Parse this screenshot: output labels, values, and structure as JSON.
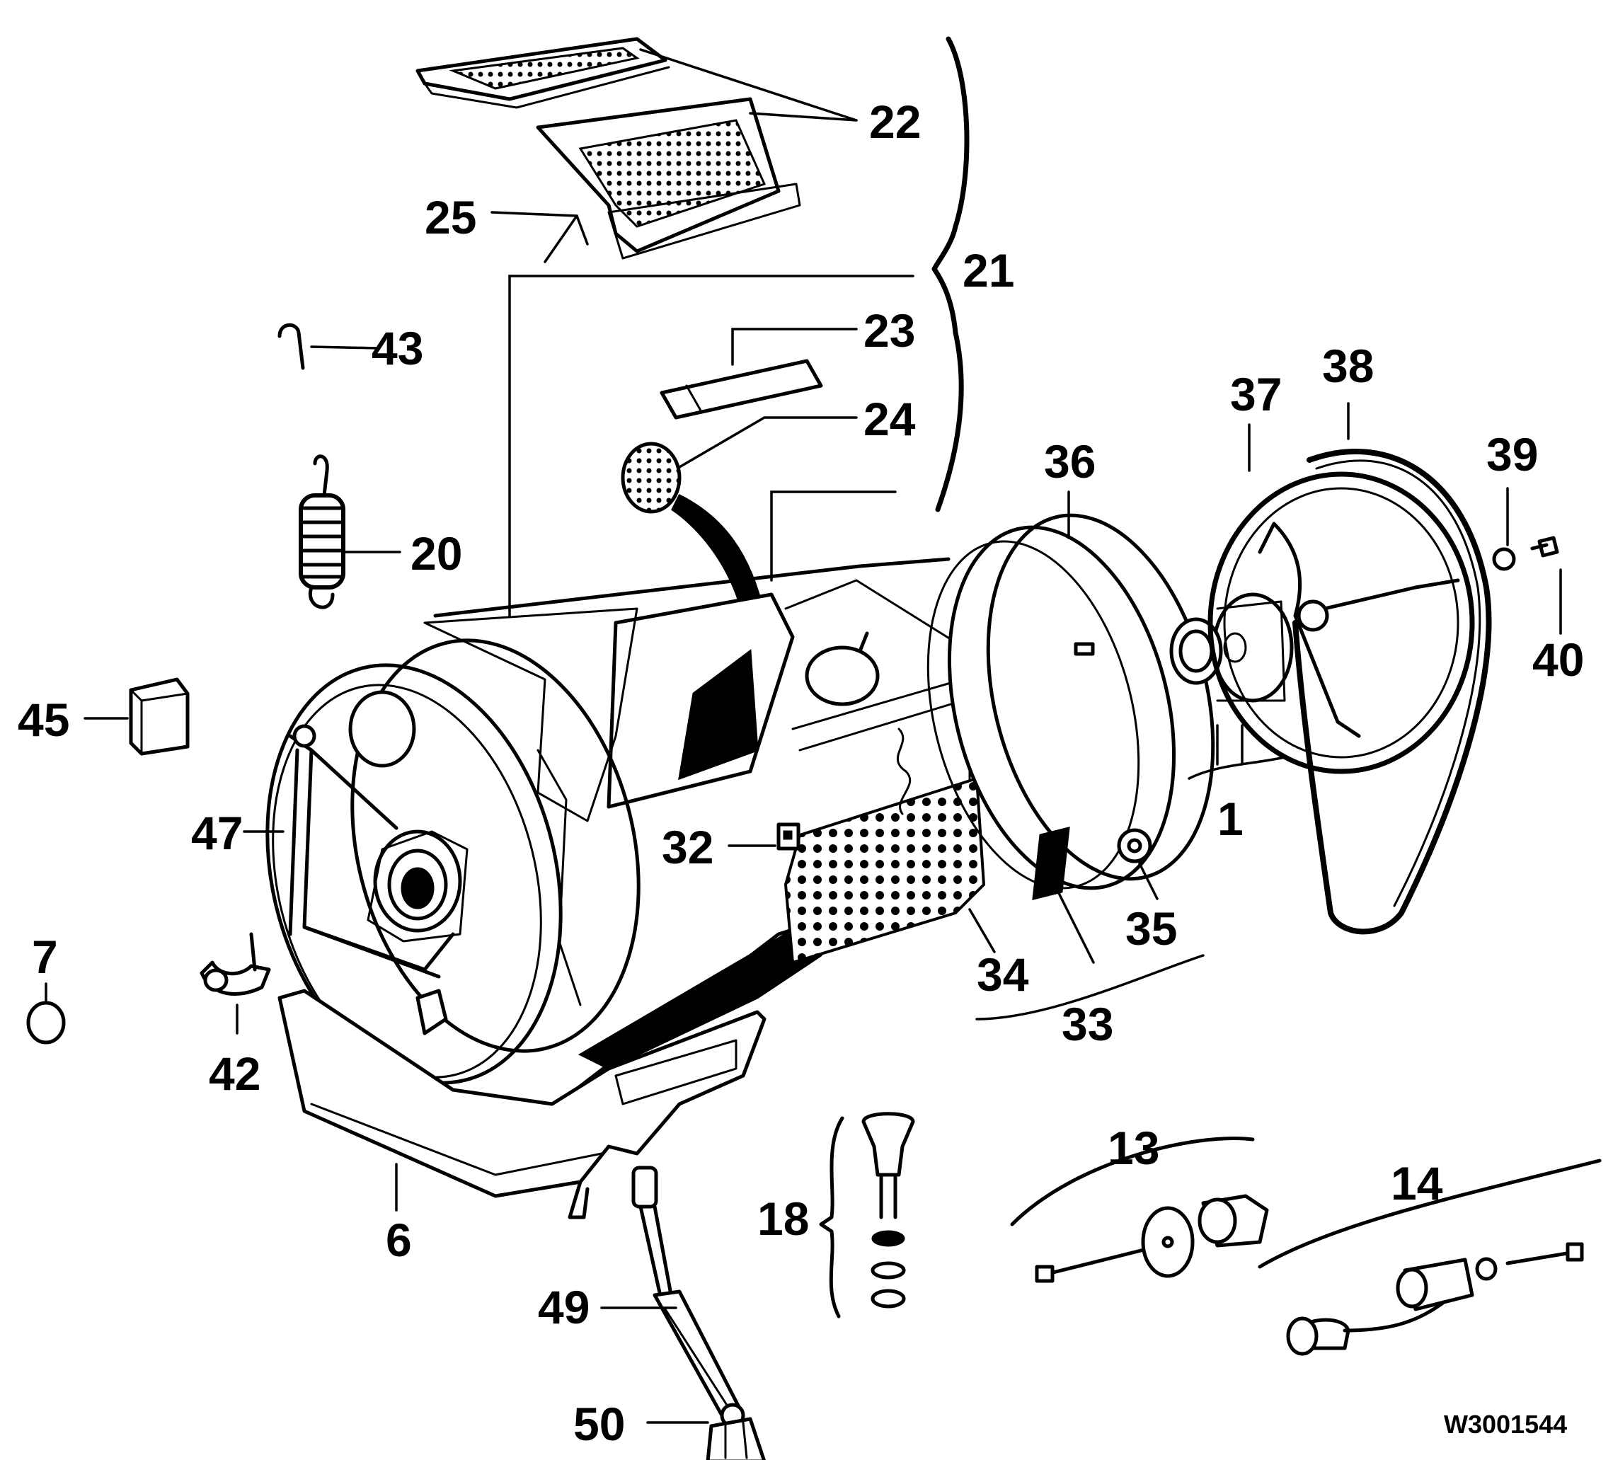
{
  "diagram": {
    "drawing_code": "W3001544",
    "callouts": [
      "22",
      "25",
      "21",
      "43",
      "23",
      "24",
      "20",
      "36",
      "37",
      "38",
      "39",
      "40",
      "45",
      "47",
      "32",
      "1",
      "35",
      "34",
      "33",
      "7",
      "42",
      "6",
      "18",
      "13",
      "14",
      "49",
      "50"
    ]
  }
}
